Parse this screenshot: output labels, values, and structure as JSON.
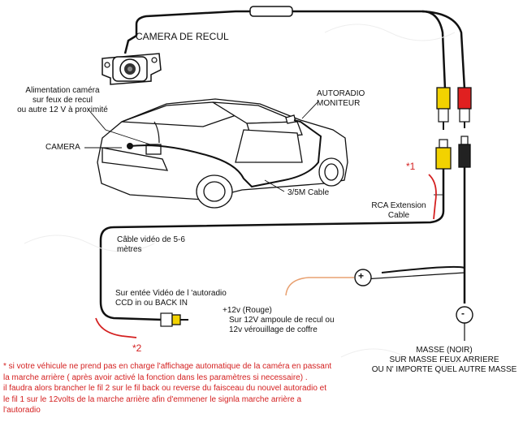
{
  "labels": {
    "camera_de_recul": "CAMERA DE RECUL",
    "alimentation": [
      "Alimentation caméra",
      "sur feux de recul",
      "ou autre 12 V à proximité"
    ],
    "autoradio": [
      "AUTORADIO",
      "MONITEUR"
    ],
    "camera": "CAMERA",
    "cable_35m": "3/5M  Cable",
    "rca_extension": [
      "RCA Extension",
      "Cable"
    ],
    "marker_1": "*1",
    "cable_video": [
      "Câble vidéo de 5-6",
      "mètres"
    ],
    "entree_video": [
      "Sur entée Vidéo de l 'autoradio",
      "CCD in ou BACK IN"
    ],
    "plus_12v": [
      "+12v   (Rouge)",
      "Sur 12V ampoule de recul ou",
      "12v vérouillage de coffre"
    ],
    "marker_2": "*2",
    "plus_symbol": "+",
    "minus_symbol": "-",
    "masse": [
      "MASSE (NOIR)",
      "SUR MASSE FEUX ARRIERE",
      "OU N' IMPORTE QUEL AUTRE MASSE"
    ]
  },
  "footnote": [
    "* si votre véhicule ne prend pas en charge l'affichage automatique de la caméra en passant",
    "la marche arrière ( après avoir activé la fonction dans les paramètres si necessaire) .",
    "il faudra alors brancher le fil 2 sur le fil back ou reverse du faisceau du nouvel autoradio et",
    "le fil 1 sur le 12volts de la marche arrière afin d'emmener le signla marche arrière a",
    "l'autoradio"
  ],
  "colors": {
    "annotation_red": "#d42020",
    "rca_yellow": "#f2d200",
    "rca_red": "#e02020",
    "wire": "#111111"
  }
}
